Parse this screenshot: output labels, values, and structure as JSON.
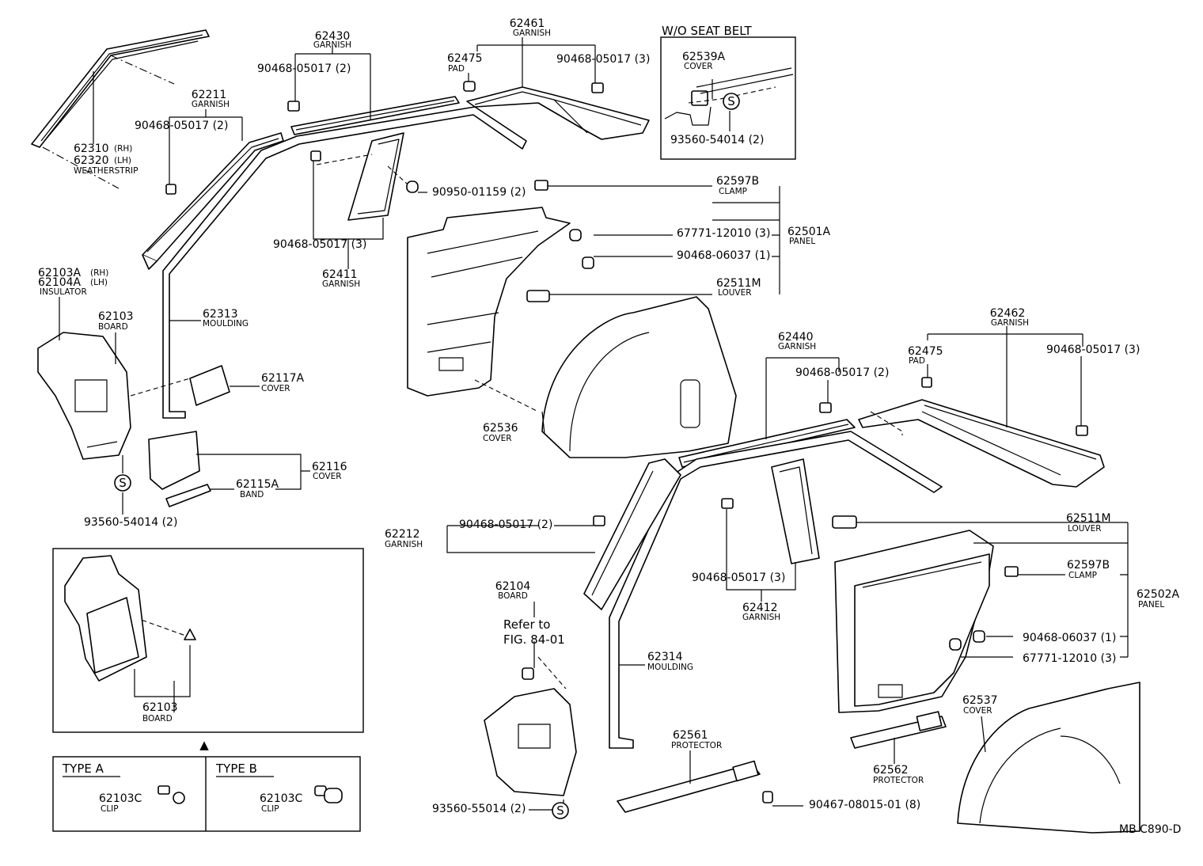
{
  "callouts": {
    "c62430": {
      "num": "62430",
      "cap": "GARNISH"
    },
    "c62461": {
      "num": "62461",
      "cap": "GARNISH"
    },
    "c62475a": {
      "num": "62475",
      "cap": "PAD"
    },
    "c62211": {
      "num": "62211",
      "cap": "GARNISH"
    },
    "c62310": {
      "num": "62310",
      "sfx": "(RH)"
    },
    "c62320": {
      "num": "62320",
      "sfx": "(LH)",
      "cap": "WEATHERSTRIP"
    },
    "c62597b1": {
      "num": "62597B",
      "cap": "CLAMP"
    },
    "c62501a": {
      "num": "62501A",
      "cap": "PANEL"
    },
    "c62511m1": {
      "num": "62511M",
      "cap": "LOUVER"
    },
    "c62411": {
      "num": "62411",
      "cap": "GARNISH"
    },
    "c62103a": {
      "num": "62103A",
      "sfx": "(RH)"
    },
    "c62104a": {
      "num": "62104A",
      "sfx": "(LH)",
      "cap": "INSULATOR"
    },
    "c62103": {
      "num": "62103",
      "cap": "BOARD"
    },
    "c62313": {
      "num": "62313",
      "cap": "MOULDING"
    },
    "c62117a": {
      "num": "62117A",
      "cap": "COVER"
    },
    "c62116": {
      "num": "62116",
      "cap": "COVER"
    },
    "c62115a": {
      "num": "62115A",
      "cap": "BAND"
    },
    "c62536": {
      "num": "62536",
      "cap": "COVER"
    },
    "c62440": {
      "num": "62440",
      "cap": "GARNISH"
    },
    "c62462": {
      "num": "62462",
      "cap": "GARNISH"
    },
    "c62475b": {
      "num": "62475",
      "cap": "PAD"
    },
    "c62212": {
      "num": "62212",
      "cap": "GARNISH"
    },
    "c62511m2": {
      "num": "62511M",
      "cap": "LOUVER"
    },
    "c62597b2": {
      "num": "62597B",
      "cap": "CLAMP"
    },
    "c62502a": {
      "num": "62502A",
      "cap": "PANEL"
    },
    "c62412": {
      "num": "62412",
      "cap": "GARNISH"
    },
    "c62104": {
      "num": "62104",
      "cap": "BOARD"
    },
    "c62314": {
      "num": "62314",
      "cap": "MOULDING"
    },
    "c62561": {
      "num": "62561",
      "cap": "PROTECTOR"
    },
    "c62562": {
      "num": "62562",
      "cap": "PROTECTOR"
    },
    "c62537": {
      "num": "62537",
      "cap": "COVER"
    },
    "c62103b": {
      "num": "62103",
      "cap": "BOARD"
    },
    "c62539a": {
      "num": "62539A",
      "cap": "COVER"
    },
    "c62103c_a": {
      "num": "62103C",
      "cap": "CLIP"
    },
    "c62103c_b": {
      "num": "62103C",
      "cap": "CLIP"
    }
  },
  "fasteners": {
    "f1": "90468-05017 (2)",
    "f2": "90468-05017 (3)",
    "f3": "90468-05017 (2)",
    "f4": "90950-01159 (2)",
    "f5": "90468-05017 (3)",
    "f6": "67771-12010 (3)",
    "f7": "90468-06037 (1)",
    "f8": "93560-54014 (2)",
    "f9": "90468-05017 (2)",
    "f10": "90468-05017 (3)",
    "f11": "90468-05017 (2)",
    "f12": "90468-05017 (3)",
    "f13": "90468-06037 (1)",
    "f14": "67771-12010 (3)",
    "f15": "93560-55014 (2)",
    "f16": "90467-08015-01 (8)",
    "f17": "93560-54014 (2)"
  },
  "inset_seat_belt": {
    "title": "W/O SEAT BELT"
  },
  "refer": {
    "line1": "Refer to",
    "line2": "FIG. 84-01"
  },
  "type_table": {
    "type_a": "TYPE  A",
    "type_b": "TYPE  B"
  },
  "symbols": {
    "s": "S",
    "triangle": "▲"
  },
  "figure_code": "MB  C890-D"
}
